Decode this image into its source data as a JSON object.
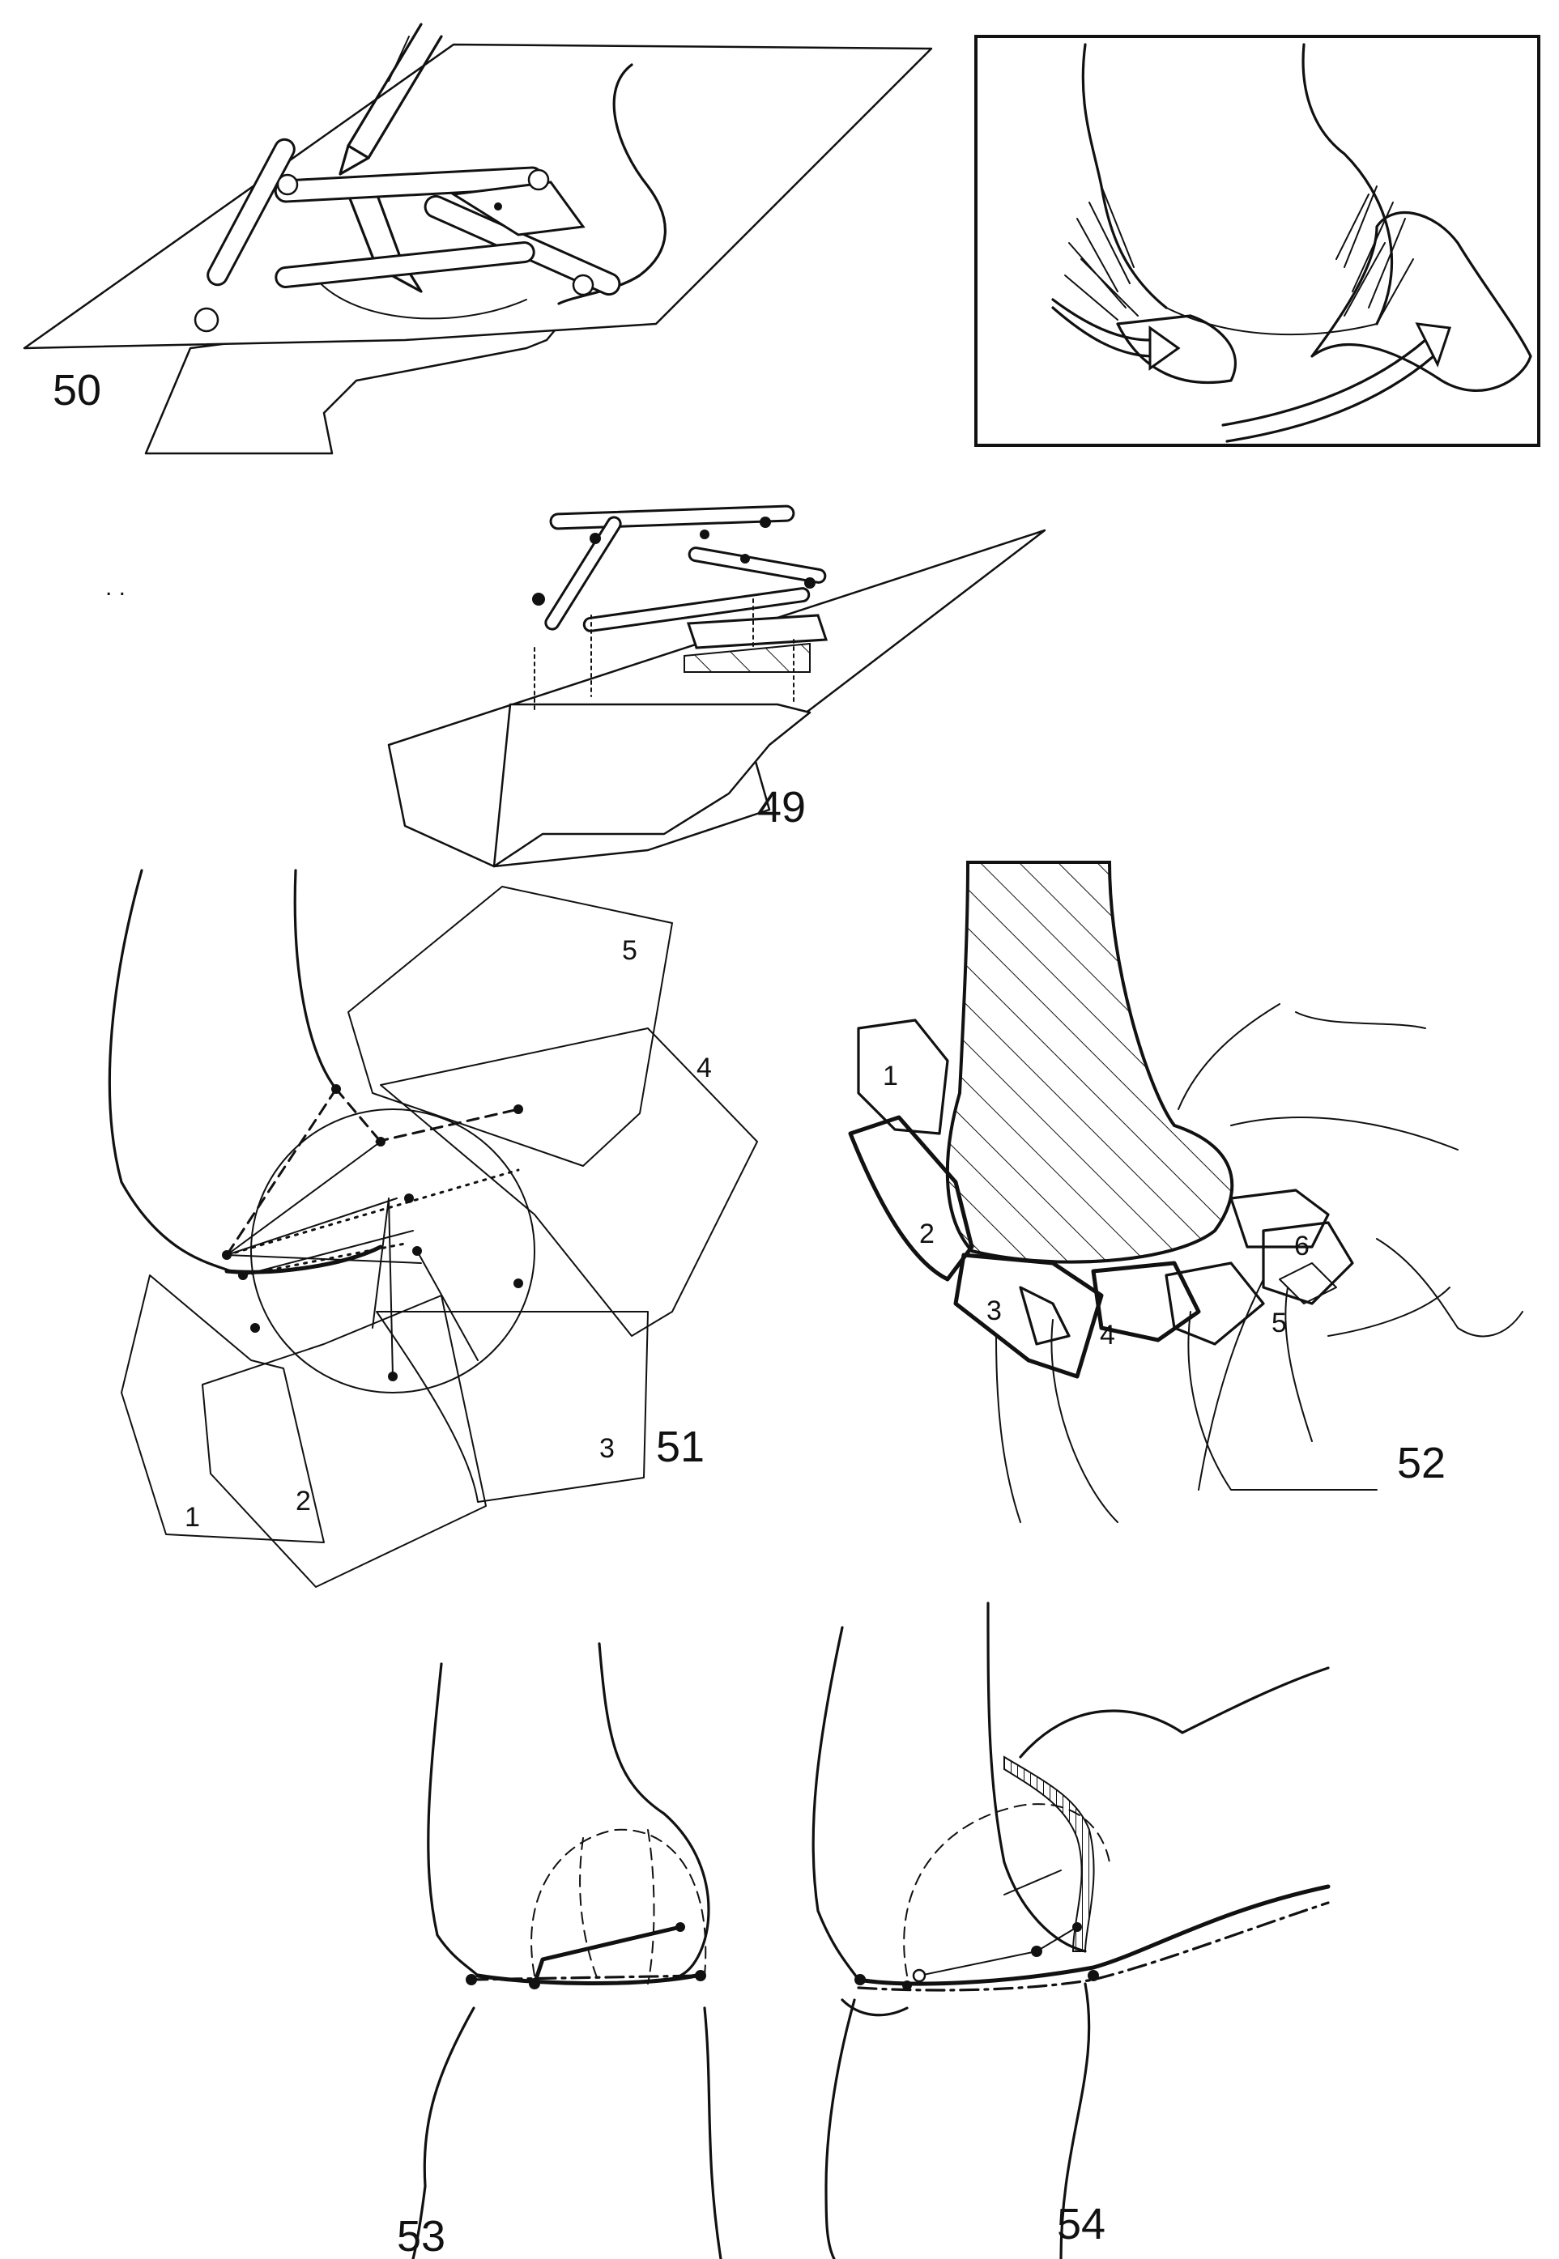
{
  "figures": {
    "fig50": {
      "number": "50"
    },
    "fig_cartilage": {},
    "fig49": {
      "number": "49"
    },
    "fig51": {
      "number": "51",
      "segments": [
        "1",
        "2",
        "3",
        "4",
        "5"
      ]
    },
    "fig52": {
      "number": "52",
      "segments": [
        "1",
        "2",
        "3",
        "4",
        "5",
        "6"
      ]
    },
    "fig53": {
      "number": "53"
    },
    "fig54": {
      "number": "54"
    }
  }
}
